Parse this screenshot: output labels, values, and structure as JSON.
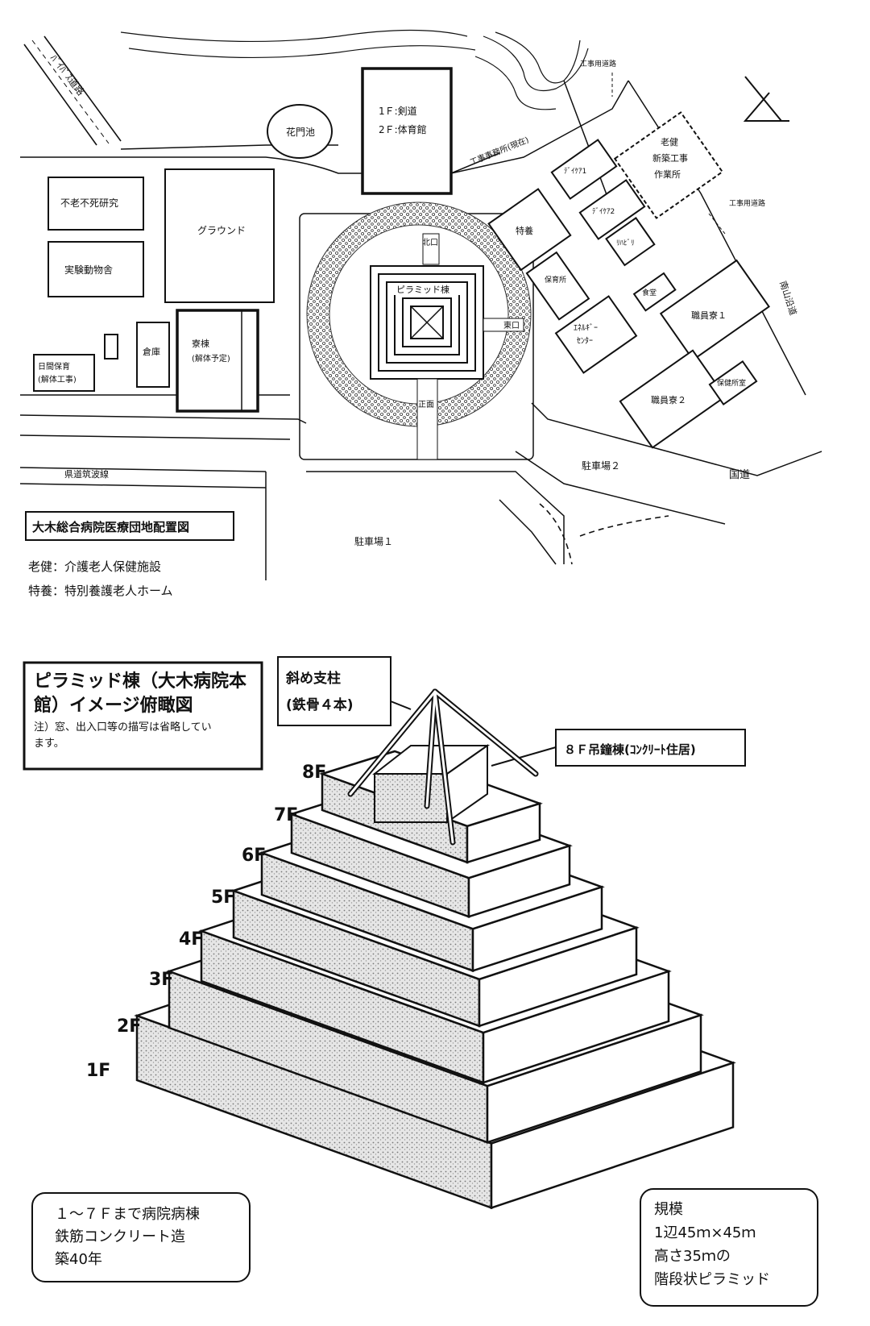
{
  "site_map": {
    "roads": {
      "road_top_left": "ﾊﾞｲﾊﾟｽ道路",
      "road_left": "県道筑波線",
      "road_right_edge": "南山沿道",
      "national_road": "国道"
    },
    "buildings": {
      "pond": "花門池",
      "gym": [
        "1Ｆ:剣道",
        "2Ｆ:体育館"
      ],
      "construction_office": "工事事務所(現在)",
      "research": "不老不死研究",
      "animal": "実験動物舎",
      "ground": "グラウンド",
      "warehouse": "倉庫",
      "dorm": [
        "寮棟",
        "(解体予定)"
      ],
      "daycare": [
        "日間保育",
        "(解体工事)"
      ],
      "pyramid": "ピラミッド棟",
      "tokuyo": "特養",
      "daycare_center": [
        "ﾃﾞｲｹｱ1",
        "ﾃﾞｲｹｱ2",
        "ﾘﾊﾋﾞﾘ",
        "保育所"
      ],
      "roken": [
        "老健",
        "新築工事",
        "作業所"
      ],
      "shokudo": "食堂",
      "energy": [
        "ｴﾈﾙｷﾞｰ",
        "ｾﾝﾀｰ"
      ],
      "staff1": "職員寮１",
      "staff2": "職員寮２",
      "power": "保健所室",
      "construction_road1": "工事用道路",
      "construction_road2": "工事用道路"
    },
    "gates": {
      "north": "北口",
      "east": "東口",
      "main": "正面"
    },
    "parking": {
      "p1": "駐車場１",
      "p2": "駐車場２"
    },
    "title": "大木総合病院医療団地配置図",
    "legend": [
      "老健：介護老人保健施設",
      "特養：特別養護老人ホーム"
    ]
  },
  "pyramid": {
    "title_lines": [
      "ピラミッド棟（大木病院本",
      "館）イメージ俯瞰図"
    ],
    "note_lines": [
      "注）窓、出入口等の描写は省略してい",
      "ます。"
    ],
    "strut_label": [
      "斜め支柱",
      "(鉄骨４本)"
    ],
    "hanging_label": "８Ｆ吊鐘棟(ｺﾝｸﾘｰﾄ住居)",
    "floors": [
      "8F",
      "7F",
      "6F",
      "5F",
      "4F",
      "3F",
      "2F",
      "1F"
    ],
    "hospital_note": [
      "１～７Ｆまで病院病棟",
      "鉄筋コンクリート造",
      "築40年"
    ],
    "scale_note": [
      "規模",
      "1辺45ｍ×45ｍ",
      "高さ35ｍの",
      "階段状ピラミッド"
    ]
  }
}
